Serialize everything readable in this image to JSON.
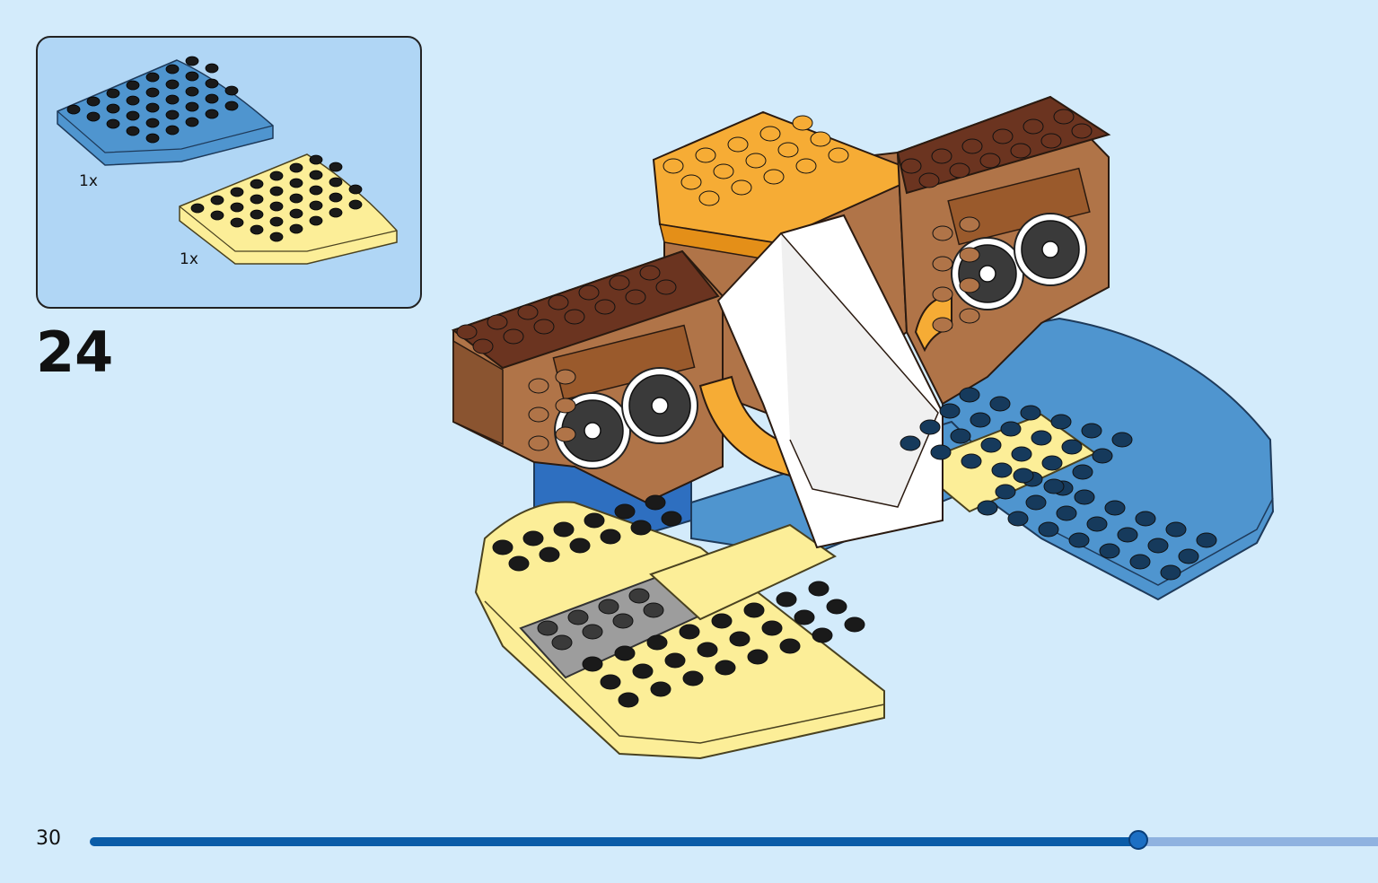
{
  "parts": [
    {
      "qty": "1x",
      "color": "#4f95cf",
      "icon": "blue-corner-plate-icon"
    },
    {
      "qty": "1x",
      "color": "#fcee98",
      "icon": "yellow-corner-plate-icon"
    }
  ],
  "step": {
    "number": "24"
  },
  "page": {
    "number": "30"
  },
  "progress": {
    "fraction": 0.814
  },
  "colors": {
    "background": "#d3ebfb",
    "box": "#b0d6f5",
    "blue": "#4f95cf",
    "yellow": "#fcee98",
    "brown": "#b07448",
    "dark_brown": "#6b3420",
    "orange": "#f6ac35",
    "white": "#ffffff",
    "grey": "#9d9d9d",
    "progress": "#0a5ca8"
  }
}
